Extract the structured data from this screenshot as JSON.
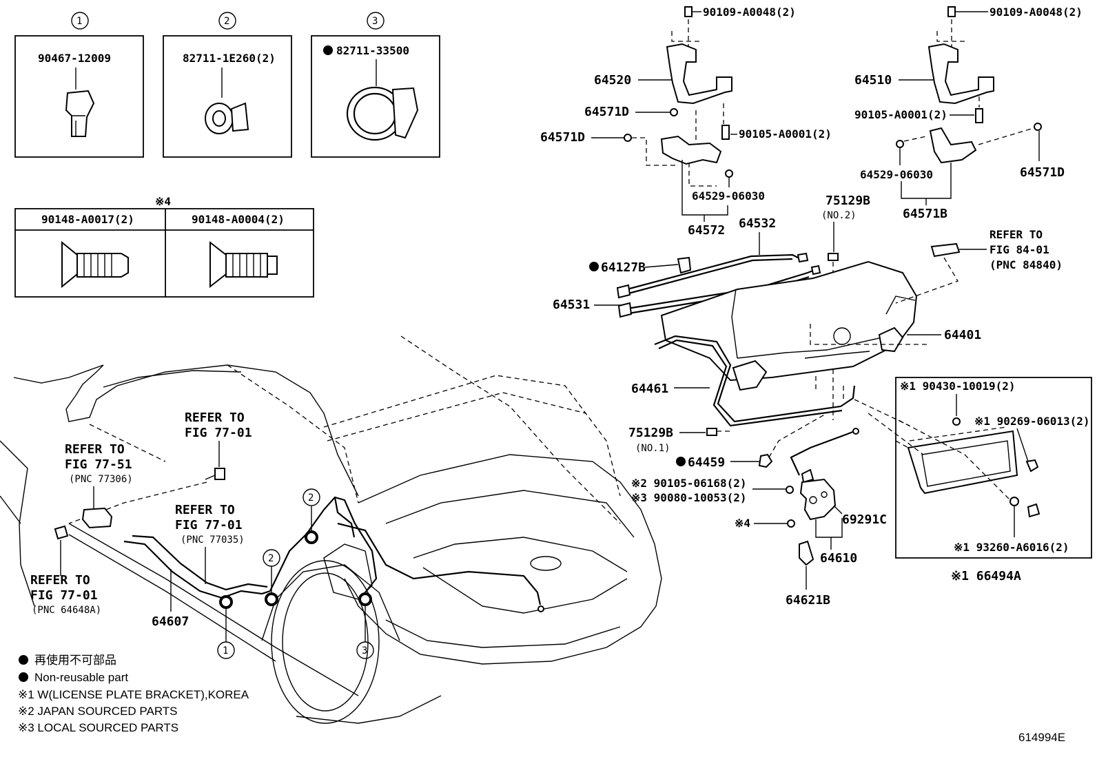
{
  "callouts": {
    "c1": "1",
    "c2": "2",
    "c3": "3"
  },
  "inset_boxes": {
    "box1_part": "90467-12009",
    "box2_part": "82711-1E260(2)",
    "box3_part": "82711-33500",
    "box4_note": "※4",
    "box4_left_part": "90148-A0017(2)",
    "box4_right_part": "90148-A0004(2)"
  },
  "labels": {
    "p90109_left": "90109-A0048(2)",
    "p90109_right": "90109-A0048(2)",
    "p64520": "64520",
    "p64510": "64510",
    "p64571d_a": "64571D",
    "p64571d_b": "64571D",
    "p64571d_c": "64571D",
    "p90105_left": "90105-A0001(2)",
    "p90105_right": "90105-A0001(2)",
    "p64529_left": "64529-06030",
    "p64529_right": "64529-06030",
    "p64571b": "64571B",
    "p64572": "64572",
    "p64532": "64532",
    "p75129b_no2": "75129B",
    "p75129b_no2_sub": "(NO.2)",
    "p64127b": "64127B",
    "p64531": "64531",
    "ref84_1": "REFER TO",
    "ref84_2": "FIG 84-01",
    "ref84_3": "(PNC 84840)",
    "p64401": "64401",
    "p64461": "64461",
    "p75129b_no1": "75129B",
    "p75129b_no1_sub": "(NO.1)",
    "p64459": "64459",
    "p90105_06168": "※2 90105-06168(2)",
    "p90080": "※3 90080-10053(2)",
    "p69291c": "69291C",
    "p_x4": "※4",
    "p64610": "64610",
    "p64621b": "64621B",
    "p90430": "※1 90430-10019(2)",
    "p90269": "※1 90269-06013(2)",
    "p93260": "※1 93260-A6016(2)",
    "p66494a": "※1 66494A",
    "ref7701a_1": "REFER TO",
    "ref7701a_2": "FIG 77-01",
    "ref7751_1": "REFER TO",
    "ref7751_2": "FIG 77-51",
    "ref7751_3": "(PNC 77306)",
    "ref7701b_1": "REFER TO",
    "ref7701b_2": "FIG 77-01",
    "ref7701b_3": "(PNC 77035)",
    "ref7701c_1": "REFER TO",
    "ref7701c_2": "FIG 77-01",
    "ref7701c_3": "(PNC 64648A)",
    "p64607": "64607"
  },
  "legend": {
    "jp": "再使用不可部品",
    "en": "Non-reusable part",
    "n1": "※1 W(LICENSE PLATE BRACKET),KOREA",
    "n2": "※2 JAPAN SOURCED PARTS",
    "n3": "※3 LOCAL SOURCED PARTS"
  },
  "figure_id": "614994E"
}
